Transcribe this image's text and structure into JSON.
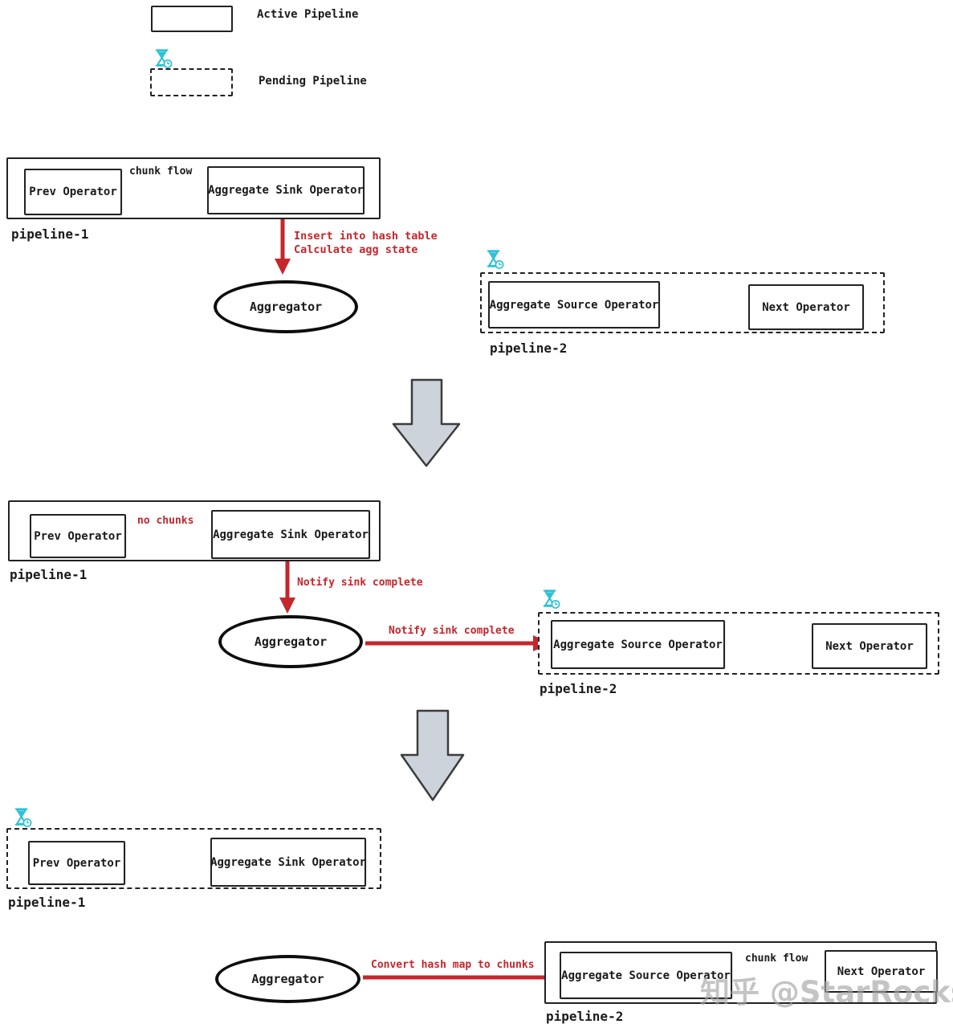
{
  "legend": {
    "active_label": "Active Pipeline",
    "pending_label": "Pending Pipeline"
  },
  "colors": {
    "arrow_red": "#c5262c",
    "arrow_black": "#1b1b1b",
    "big_arrow_fill": "#cdd3da",
    "pending_icon_cyan": "#2bc1d4",
    "watermark_gray": "#a5a5a5"
  },
  "stage1": {
    "pipeline1": {
      "label": "pipeline-1",
      "prev": "Prev Operator",
      "sink": "Aggregate Sink Operator",
      "flow_label": "chunk flow"
    },
    "insert_note_line1": "Insert into hash table",
    "insert_note_line2": "Calculate agg state",
    "aggregator": "Aggregator",
    "pipeline2": {
      "label": "pipeline-2",
      "source": "Aggregate Source Operator",
      "next": "Next Operator"
    }
  },
  "stage2": {
    "pipeline1": {
      "label": "pipeline-1",
      "prev": "Prev Operator",
      "sink": "Aggregate Sink Operator",
      "flow_label": "no chunks"
    },
    "notify_down_label": "Notify sink complete",
    "aggregator": "Aggregator",
    "notify_right_label": "Notify sink complete",
    "pipeline2": {
      "label": "pipeline-2",
      "source": "Aggregate Source Operator",
      "next": "Next Operator"
    }
  },
  "stage3": {
    "pipeline1": {
      "label": "pipeline-1",
      "prev": "Prev Operator",
      "sink": "Aggregate Sink Operator"
    },
    "aggregator": "Aggregator",
    "convert_label": "Convert hash map to chunks",
    "pipeline2": {
      "label": "pipeline-2",
      "source": "Aggregate Source Operator",
      "next": "Next Operator",
      "flow_label": "chunk flow"
    }
  },
  "watermark": "知乎 @StarRocks"
}
